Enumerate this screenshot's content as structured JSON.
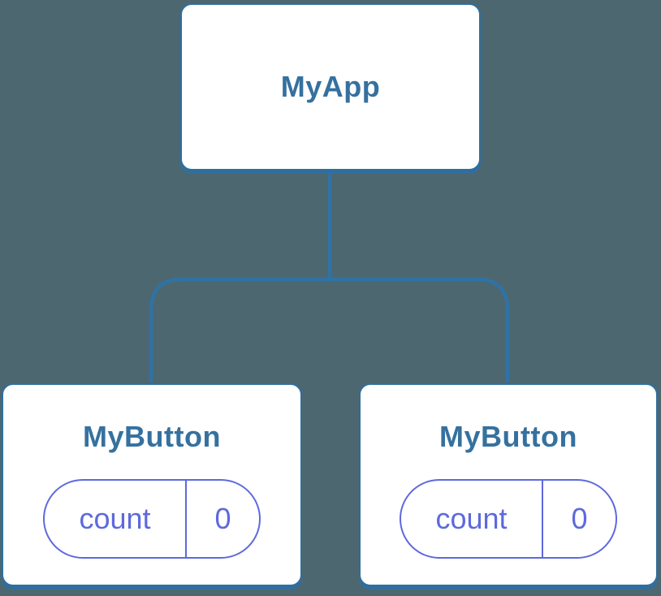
{
  "diagram": {
    "root": {
      "label": "MyApp"
    },
    "children": [
      {
        "label": "MyButton",
        "state": {
          "name": "count",
          "value": "0"
        }
      },
      {
        "label": "MyButton",
        "state": {
          "name": "count",
          "value": "0"
        }
      }
    ]
  },
  "theme": {
    "background": "#4D6771",
    "node_fill": "#FFFFFF",
    "node_border": "#2F6F9F",
    "node_text": "#35719F",
    "connector": "#2E73A5",
    "state_accent": "#5E69DD"
  }
}
